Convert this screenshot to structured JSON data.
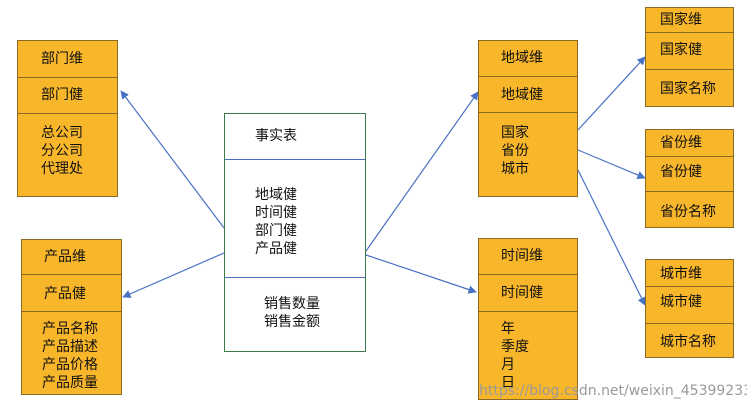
{
  "fact": {
    "title": "事实表",
    "keys": [
      "地域健",
      "时间健",
      "部门健",
      "产品健"
    ],
    "measures": [
      "销售数量",
      "销售金额"
    ]
  },
  "dept": {
    "header": "部门维",
    "key": "部门健",
    "items": [
      "总公司",
      "分公司",
      "代理处"
    ]
  },
  "product": {
    "header": "产品维",
    "key": "产品健",
    "items": [
      "产品名称",
      "产品描述",
      "产品价格",
      "产品质量"
    ]
  },
  "region": {
    "header": "地域维",
    "key": "地域健",
    "items": [
      "国家",
      "省份",
      "城市"
    ]
  },
  "time": {
    "header": "时间维",
    "key": "时间健",
    "items": [
      "年",
      "季度",
      "月",
      "日"
    ]
  },
  "country": {
    "header": "国家维",
    "key": "国家健",
    "name": "国家名称"
  },
  "province": {
    "header": "省份维",
    "key": "省份健",
    "name": "省份名称"
  },
  "city": {
    "header": "城市维",
    "key": "城市健",
    "name": "城市名称"
  },
  "watermark": "https://blog.csdn.net/weixin_45399233",
  "colors": {
    "box_fill": "#f8b62b",
    "arrow": "#4a72c4",
    "fact_border": "#3f7a4a"
  }
}
